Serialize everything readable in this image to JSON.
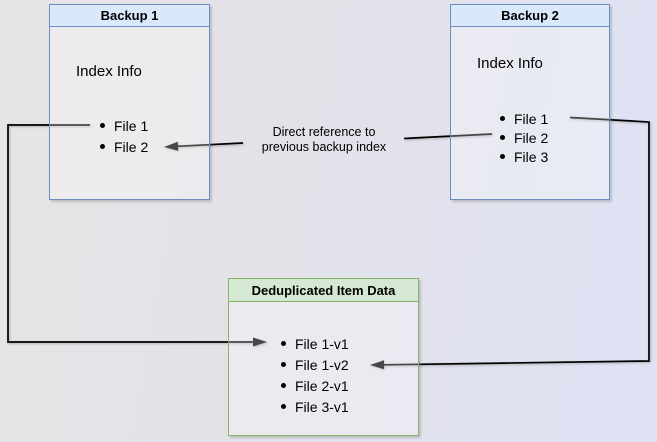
{
  "diagram": {
    "backup1": {
      "title": "Backup 1",
      "index_label": "Index Info",
      "files": [
        "File 1",
        "File 2"
      ]
    },
    "backup2": {
      "title": "Backup 2",
      "index_label": "Index Info",
      "files": [
        "File 1",
        "File 2",
        "File 3"
      ]
    },
    "dedup": {
      "title": "Deduplicated Item Data",
      "files": [
        "File 1-v1",
        "File 1-v2",
        "File 2-v1",
        "File 3-v1"
      ]
    },
    "edge_label": {
      "line1": "Direct reference to",
      "line2": "previous backup index"
    },
    "colors": {
      "backup_header_fill": "#dae8fc",
      "backup_border": "#6c8ebf",
      "dedup_header_fill": "#d5e8d4",
      "dedup_border": "#82b366",
      "arrow": "#000000",
      "text": "#000000"
    }
  }
}
